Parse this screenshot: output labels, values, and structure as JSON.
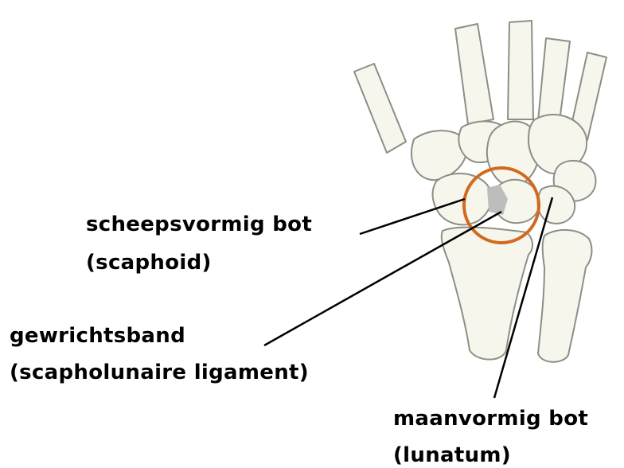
{
  "labels": {
    "scaphoid": {
      "name": "scheepsvormig bot",
      "latin": "(scaphoid)"
    },
    "ligament": {
      "name": "gewrichtsband",
      "latin": "(scapholunaire ligament)"
    },
    "lunate": {
      "name": "maanvormig bot",
      "latin": "(lunatum)"
    }
  },
  "colors": {
    "bone_fill": "#f6f6ec",
    "bone_outline": "#8e8e88",
    "highlight_ring": "#d2691e",
    "ligament": "#bdbdbd",
    "leader_line": "#000000"
  }
}
